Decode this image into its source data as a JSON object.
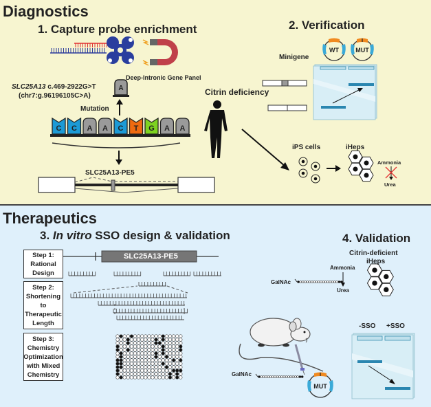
{
  "diagnostics": {
    "title": "Diagnostics",
    "capture": {
      "title": "1. Capture probe enrichment",
      "panel_label": "Deep-Intronic Gene Panel",
      "gene": "SLC25A13",
      "variant": " c.469-2922G>T",
      "genomic": "(chr7:g.96196105C>A)",
      "mutant_base": "A",
      "mutation_label": "Mutation",
      "sequence": [
        "C",
        "C",
        "A",
        "A",
        "C",
        "T",
        "G",
        "A",
        "A"
      ],
      "base_colors": {
        "C": "#1c9ad6",
        "A": "#9a9a9a",
        "T": "#ef6a10",
        "G": "#7ed321"
      },
      "exon_label": "SLC25A13-PE5"
    },
    "patient_label": "Citrin deficiency",
    "verification": {
      "title": "2. Verification",
      "minigene_label": "Minigene",
      "plasmid_wt": "WT",
      "plasmid_mut": "MUT"
    },
    "ips_label": "iPS cells",
    "iheps_label": "iHeps",
    "ammonia": "Ammonia",
    "urea": "Urea"
  },
  "therapeutics": {
    "title": "Therapeutics",
    "sso": {
      "title_prefix": "3. ",
      "title_italic": "In vitro",
      "title_suffix": " SSO design & validation",
      "exon_label": "SLC25A13-PE5",
      "steps": [
        {
          "line1": "Step 1:",
          "line2": "Rational",
          "line3": "Design"
        },
        {
          "line1": "Step 2:",
          "line2": "Shortening",
          "line3": "to",
          "line4": "Therapeutic",
          "line5": "Length"
        },
        {
          "line1": "Step 3:",
          "line2": "Chemistry",
          "line3": "Optimization",
          "line4": "with Mixed",
          "line5": "Chemistry"
        }
      ],
      "chemistry_grid": [
        "0100100000000100000",
        "0001000000010100000",
        "0001000000011000000",
        "1000000000000100001",
        "1001000000000100001",
        "0100000000010100000",
        "0100000000010010000",
        "1100000000000000101",
        "1100000000000100000",
        "1100000000000010000",
        "1000000000000000111",
        "1000000000000001010",
        "0100000000000001010"
      ]
    },
    "validation": {
      "title": "4. Validation",
      "cell_label_1": "Citrin-deficient",
      "cell_label_2": "iHeps",
      "galnac": "GalNAc",
      "ammonia": "Ammonia",
      "urea": "Urea",
      "plasmid_mut": "MUT",
      "gel_minus": "-SSO",
      "gel_plus": "+SSO"
    }
  }
}
